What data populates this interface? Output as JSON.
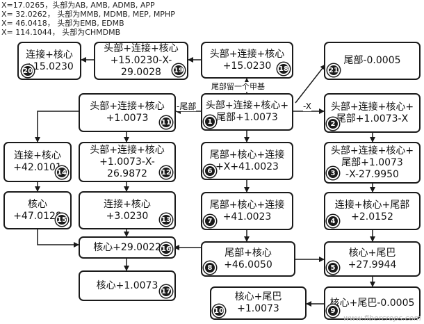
{
  "legend": [
    "X=17.0265，头部为AB, AMB, ADMB, APP",
    "X= 32.0262， 头部为MMB, MDMB, MEP, MPHP",
    "X= 46.0418， 头部为EMB, EDMB",
    "X= 114.1044， 头部为CHMDMB"
  ],
  "nodes": {
    "n1": {
      "num": "1",
      "text": "头部+连接+核心+\n尾部+1.0073"
    },
    "n2": {
      "num": "2",
      "text": "头部+连接+核心+\n尾部+1.0073-X"
    },
    "n3": {
      "num": "3",
      "text": "头部+连接+核心+\n尾部+1.0073\n-X-27.9950"
    },
    "n4": {
      "num": "4",
      "text": "连接+核心+尾部\n+2.0152"
    },
    "n5": {
      "num": "5",
      "text": "核心+尾巴\n+27.9944"
    },
    "n6": {
      "num": "6",
      "text": "尾部+核心+连接\n+X+41.0023"
    },
    "n7": {
      "num": "7",
      "text": "尾部+核心+连接\n+41.0023"
    },
    "n8": {
      "num": "8",
      "text": "尾部+核心\n+46.0050"
    },
    "n9": {
      "num": "9",
      "text": "核心+尾巴-0.0005"
    },
    "n10": {
      "num": "10",
      "text": "核心+尾巴\n+1.0073"
    },
    "n11": {
      "num": "11",
      "text": "头部+连接+核心\n+1.0073"
    },
    "n12": {
      "num": "12",
      "text": "头部+连接+核心\n+1.0073-X-\n26.9872"
    },
    "n13": {
      "num": "13",
      "text": "连接+核心\n+3.0230"
    },
    "n14": {
      "num": "14",
      "text": "连接+核心\n+42.0101"
    },
    "n15": {
      "num": "15",
      "text": "核心\n+47.0128"
    },
    "n16": {
      "num": "16",
      "text": "核心+29.0022"
    },
    "n17": {
      "num": "17",
      "text": "核心+1.0073"
    },
    "n18": {
      "num": "18",
      "text": "头部+连接+核心\n+15.0230"
    },
    "n19": {
      "num": "19",
      "text": "头部+连接+核心\n+15.0230-X-\n29.0028"
    },
    "n20": {
      "num": "20",
      "text": "连接+核心\n+15.0230"
    },
    "n21": {
      "num": "21",
      "text": "尾部-0.0005"
    }
  },
  "edge_labels": {
    "minus_x": "-X",
    "minus_tail": "-尾部",
    "keep_methyl": "尾部留一个甲基"
  },
  "watermark": "www.fibercrops.com"
}
